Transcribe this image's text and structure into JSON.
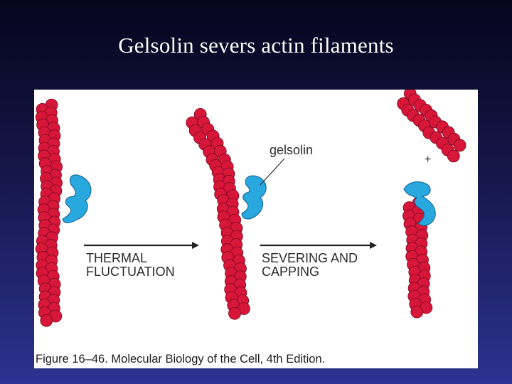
{
  "slide": {
    "title": "Gelsolin severs actin filaments"
  },
  "figure": {
    "step1_label": [
      "THERMAL",
      "FLUCTUATION"
    ],
    "step2_label": [
      "SEVERING AND",
      "CAPPING"
    ],
    "gelsolin_label": "gelsolin",
    "plus_end_label": "+",
    "caption": "Figure 16–46. Molecular Biology of the Cell, 4th Edition."
  },
  "colors": {
    "actin_subunit": "#d8163a",
    "actin_outline": "#7a0a1e",
    "gelsolin": "#29a8df",
    "gelsolin_outline": "#0d5f8a",
    "arrow": "#222222"
  }
}
